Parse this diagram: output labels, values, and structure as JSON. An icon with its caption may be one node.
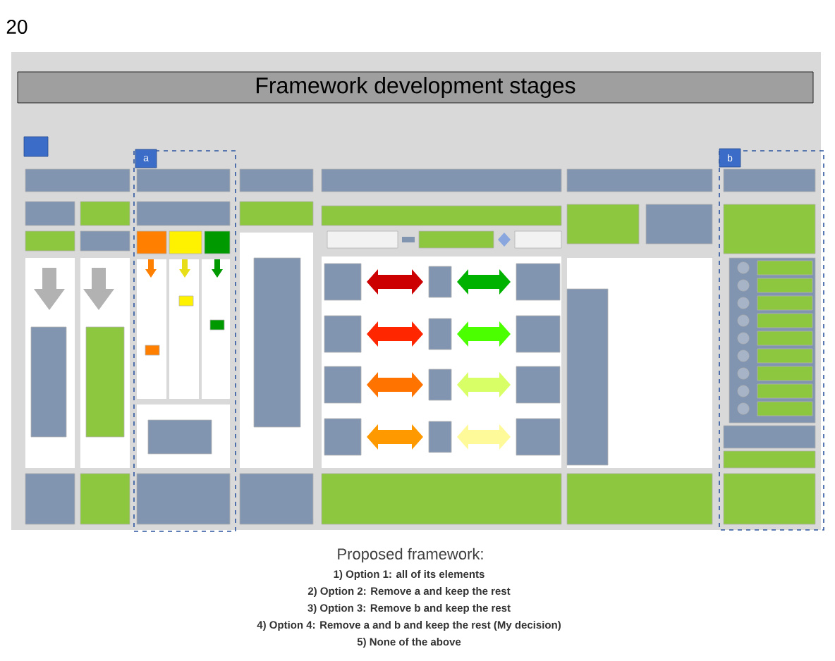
{
  "diagram": {
    "title": "Framework development stages",
    "nodes": [
      {
        "text": [
          "a"
        ]
      },
      {
        "text": [
          "b"
        ]
      }
    ],
    "labels": [
      "20",
      "Proposed framework:",
      "1) Option 1: all of its elements",
      "2) Option 2: Remove a and keep the rest",
      "3) Option 3: Remove b and keep the rest",
      "4) Option 4: Remove a and b and keep the rest (My decision)",
      "5) None of the above"
    ]
  }
}
